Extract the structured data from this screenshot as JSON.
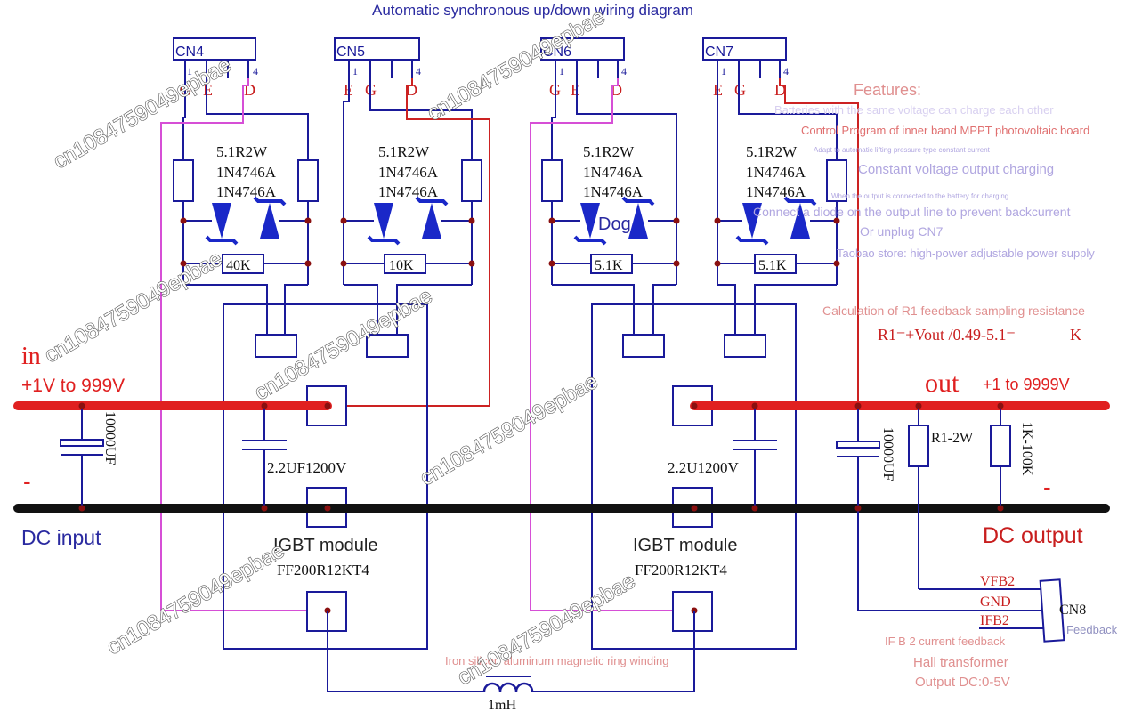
{
  "title": "Automatic synchronous up/down wiring diagram",
  "connectors": {
    "cn4": {
      "name": "CN4",
      "pin1": "1",
      "pin4": "4",
      "pins": [
        "G",
        "E",
        "D"
      ]
    },
    "cn5": {
      "name": "CN5",
      "pin1": "1",
      "pin4": "4",
      "pins": [
        "E",
        "G",
        "D"
      ]
    },
    "cn6": {
      "name": "CN6",
      "pin1": "1",
      "pin4": "4",
      "pins": [
        "G",
        "E",
        "D"
      ]
    },
    "cn7": {
      "name": "CN7",
      "pin1": "1",
      "pin4": "4",
      "pins": [
        "E",
        "G",
        "D"
      ]
    },
    "cn8": {
      "name": "CN8"
    }
  },
  "drivers": {
    "resistor": "5.1R2W",
    "zener1": "1N4746A",
    "zener2": "1N4746A",
    "gate_res": [
      "40K",
      "10K",
      "5.1K",
      "5.1K"
    ]
  },
  "features": {
    "heading": "Features:",
    "lines": [
      "Batteries with the same voltage can charge each other",
      "Control Program of inner band MPPT photovoltaic board",
      "Adapt to automatic lifting pressure type constant current",
      "Constant voltage output charging",
      "When the output is connected to the battery for charging",
      "Connect a diode on the output line to prevent backcurrent",
      "Or unplug CN7",
      "Taobao store: high-power adjustable power supply"
    ],
    "r1_calc_title": "Calculation of R1 feedback sampling resistance",
    "r1_formula": "R1=+Vout /0.49-5.1=",
    "r1_unit": "K"
  },
  "input": {
    "label": "in",
    "range": "+1V to 999V",
    "minus": "-",
    "name": "DC input"
  },
  "output": {
    "label": "out",
    "range": "+1 to 9999V",
    "minus": "-",
    "name": "DC output"
  },
  "components": {
    "cap_in": "10000UF",
    "cap_left": "2.2UF1200V",
    "cap_right": "2.2U1200V",
    "cap_out": "10000UF",
    "r1": "R1-2W",
    "r_adj": "1K-100K",
    "inductor": "1mH",
    "inductor_note": "Iron silicon aluminum magnetic ring winding"
  },
  "igbt": {
    "label": "IGBT module",
    "model": "FF200R12KT4"
  },
  "feedback": {
    "pins": [
      "VFB2",
      "GND",
      "IFB2"
    ],
    "feedback_word": "Feedback",
    "current_feedback": "IF B 2 current feedback",
    "hall": "Hall transformer",
    "hall_output": "Output DC:0-5V"
  },
  "overlay_text": "Dog",
  "watermark": "cn1084759049epbae",
  "colors": {
    "blue_wire": "#1a1a9a",
    "red_wire": "#cc2222",
    "magenta_wire": "#d64fd6",
    "power_red": "#e02020",
    "zener_blue": "#1a28c8",
    "feature_pink": "#e09090",
    "feature_lilac": "#b0a6e0",
    "label_red": "#c81e1e",
    "label_blue": "#2a2aa0"
  }
}
